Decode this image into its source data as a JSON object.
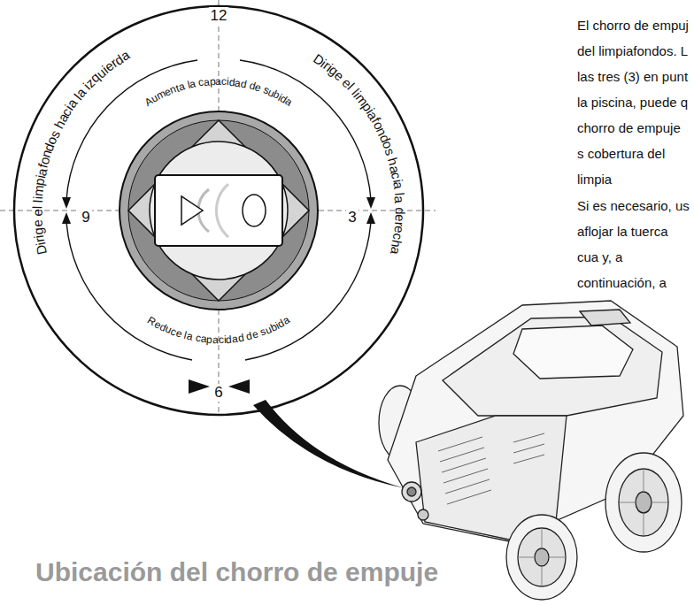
{
  "diagram": {
    "nodes": [
      {
        "text": [
          "Dirige el limpiafondos hacia la izquierda",
          "12",
          "Dirige el limpiafondos hacia la derecha",
          "Aumenta la capacidad de subida",
          "9",
          "3",
          "Reduce la capacidad de subida",
          "6"
        ]
      }
    ],
    "labels": [
      "El chorro de empuj del limpiafondos. L las tres (3) en punt la piscina, puede q chorro de empuje s cobertura del limpia",
      "Si es necesario, us aflojar la tuerca cua y, a continuación, a",
      "Ubicación del chorro de empuje"
    ]
  }
}
